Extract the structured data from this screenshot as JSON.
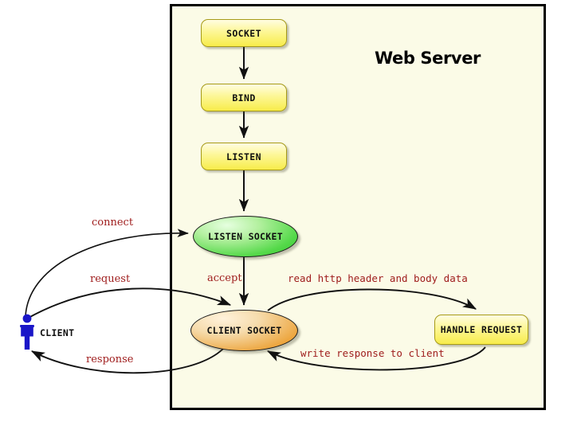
{
  "diagram": {
    "title": "Web Server",
    "container_name": "web-server-boundary",
    "colors": {
      "server_background": "#fbfbe7",
      "server_border": "#000000",
      "process_box_fill": "#f7ec4a",
      "process_box_border": "#a69a18",
      "listen_socket_fill": "#33c22e",
      "client_socket_fill": "#eda63f",
      "edge_label_color": "#9e1b1b",
      "client_figure_color": "#1a16c8",
      "edge_color": "#111111",
      "page_background": "#ffffff"
    },
    "nodes": [
      {
        "id": "socket",
        "label": "SOCKET",
        "shape": "rounded-box"
      },
      {
        "id": "bind",
        "label": "BIND",
        "shape": "rounded-box"
      },
      {
        "id": "listen",
        "label": "LISTEN",
        "shape": "rounded-box"
      },
      {
        "id": "listen-socket",
        "label": "LISTEN SOCKET",
        "shape": "ellipse"
      },
      {
        "id": "client-socket",
        "label": "CLIENT SOCKET",
        "shape": "ellipse"
      },
      {
        "id": "handle-request",
        "label": "HANDLE REQUEST",
        "shape": "rounded-box"
      },
      {
        "id": "client",
        "label": "CLIENT",
        "shape": "actor"
      }
    ],
    "edges": [
      {
        "id": "socket-to-bind",
        "label": ""
      },
      {
        "id": "bind-to-listen",
        "label": ""
      },
      {
        "id": "listen-to-listen-socket",
        "label": ""
      },
      {
        "id": "client-to-listen-socket",
        "label": "connect"
      },
      {
        "id": "client-to-client-socket",
        "label": "request"
      },
      {
        "id": "client-socket-to-client",
        "label": "response"
      },
      {
        "id": "listen-socket-to-client-socket",
        "label": "accept"
      },
      {
        "id": "client-socket-to-handle",
        "label": "read http header and body data"
      },
      {
        "id": "handle-to-client-socket",
        "label": "write response to client"
      }
    ],
    "labels": {
      "socket": "SOCKET",
      "bind": "BIND",
      "listen": "LISTEN",
      "listen_socket": "LISTEN SOCKET",
      "client_socket": "CLIENT SOCKET",
      "handle_request": "HANDLE REQUEST",
      "client": "CLIENT",
      "connect": "connect",
      "request": "request",
      "response": "response",
      "accept": "accept",
      "read_http": "read http header and body data",
      "write_response": "write response to client"
    }
  }
}
